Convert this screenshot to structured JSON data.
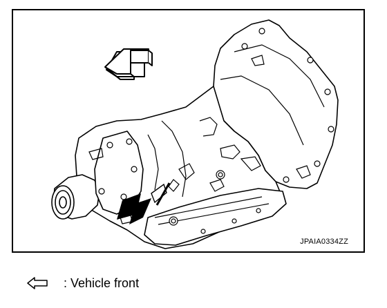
{
  "figure": {
    "code": "JPAIA0334ZZ",
    "subject": "automatic transmission assembly",
    "direction_arrow_icon": "hollow-3d-arrow-icon",
    "pointer_arrow_icon": "solid-black-arrow-icon"
  },
  "legend": {
    "icon": "hollow-left-arrow-icon",
    "text": ": Vehicle front"
  }
}
